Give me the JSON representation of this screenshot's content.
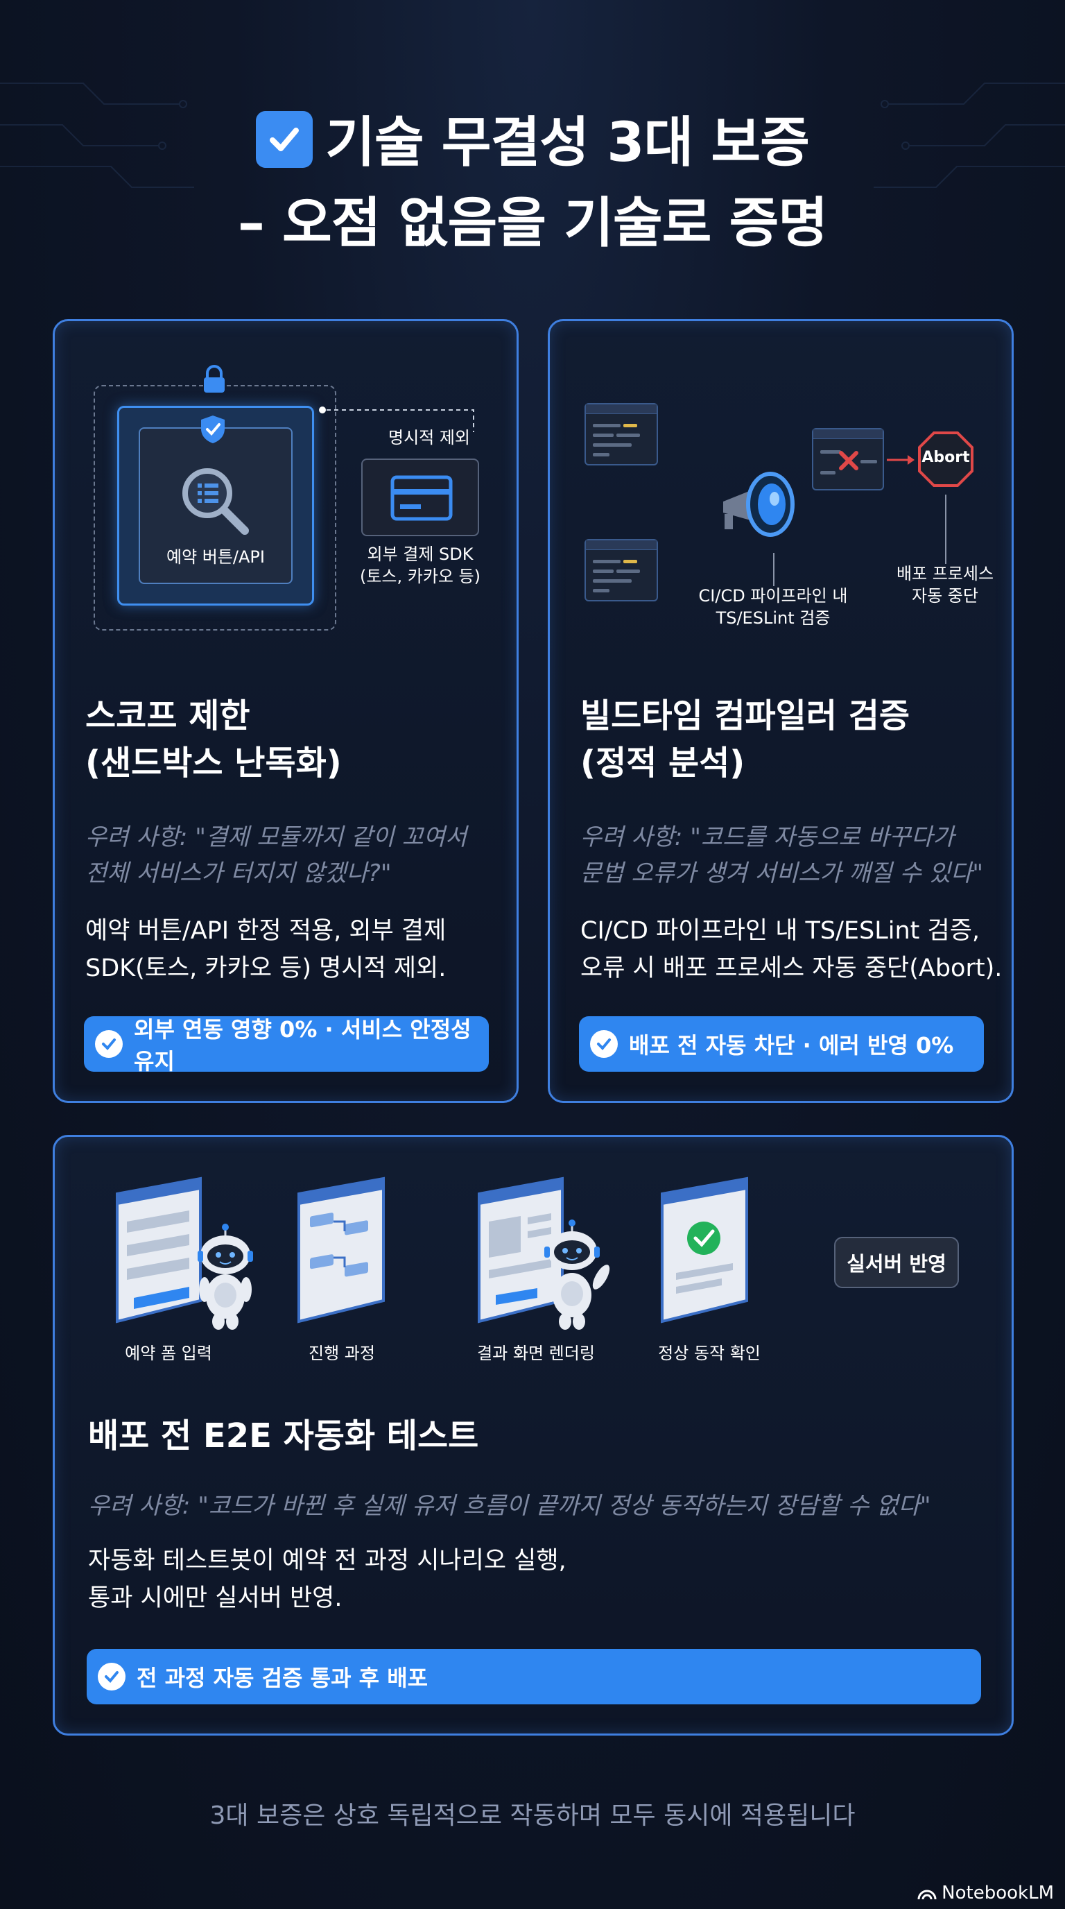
{
  "title": {
    "line1": "기술 무결성 3대 보증",
    "line2": "– 오점 없음을 기술로 증명"
  },
  "cards": [
    {
      "illustration": {
        "api_label": "예약 버튼/API",
        "exclude_label": "명시적 제외",
        "sdk_label_1": "외부 결제 SDK",
        "sdk_label_2": "(토스, 카카오 등)"
      },
      "title_1": "스코프 제한",
      "title_2": "(샌드박스 난독화)",
      "concern_1": "우려 사항: \"결제 모듈까지 같이 꼬여서",
      "concern_2": "전체 서비스가 터지지 않겠나?\"",
      "desc_1": "예약 버튼/API 한정 적용, 외부 결제",
      "desc_2": "SDK(토스, 카카오 등) 명시적 제외.",
      "badge": "외부 연동 영향 0% · 서비스 안정성 유지"
    },
    {
      "illustration": {
        "abort_label": "Abort",
        "pipeline_label_1": "CI/CD 파이프라인 내",
        "pipeline_label_2": "TS/ESLint 검증",
        "stop_label_1": "배포 프로세스",
        "stop_label_2": "자동 중단"
      },
      "title_1": "빌드타임 컴파일러 검증",
      "title_2": "(정적 분석)",
      "concern_1": "우려 사항: \"코드를 자동으로 바꾸다가",
      "concern_2": "문법 오류가 생겨 서비스가 깨질 수 있다\"",
      "desc_1": "CI/CD 파이프라인 내 TS/ESLint 검증,",
      "desc_2": "오류 시 배포 프로세스 자동 중단(Abort).",
      "badge": "배포 전 자동 차단 · 에러 반영 0%"
    },
    {
      "steps": [
        "예약 폼 입력",
        "진행 과정",
        "결과 화면 렌더링",
        "정상 동작 확인"
      ],
      "deploy_button": "실서버 반영",
      "title": "배포 전 E2E 자동화 테스트",
      "concern": "우려 사항: \"코드가 바뀐 후 실제 유저 흐름이 끝까지 정상 동작하는지 장담할 수 없다\"",
      "desc_1": "자동화 테스트봇이 예약 전 과정 시나리오 실행,",
      "desc_2": "통과 시에만 실서버 반영.",
      "badge": "전 과정 자동 검증 통과 후 배포"
    }
  ],
  "footer": "3대 보증은 상호 독립적으로 작동하며 모두 동시에 적용됩니다",
  "brand": "NotebookLM",
  "colors": {
    "background": "#0e1628",
    "accent": "#2f86f0",
    "card_border": "#3f7fe0",
    "abort_red": "#e04848",
    "concern_text": "#7f8aa3"
  }
}
